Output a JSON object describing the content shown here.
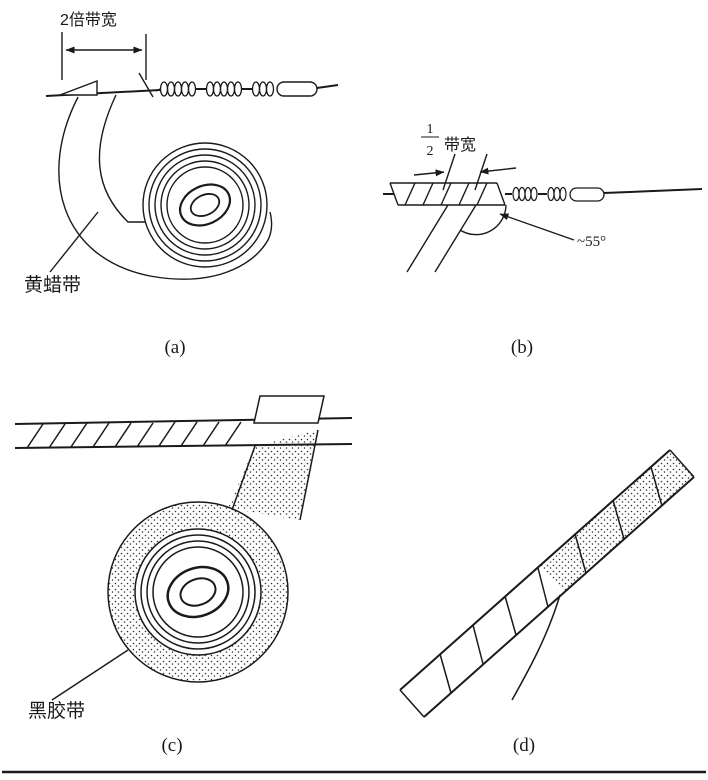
{
  "figure": {
    "panel_a": {
      "dim_label": "2倍带宽",
      "tape_label": "黄蜡带",
      "caption": "(a)"
    },
    "panel_b": {
      "frac_numerator": "1",
      "frac_denominator": "2",
      "dim_label": "带宽",
      "angle_label": "~55°",
      "caption": "(b)"
    },
    "panel_c": {
      "tape_label": "黑胶带",
      "caption": "(c)"
    },
    "panel_d": {
      "caption": "(d)"
    }
  },
  "colors": {
    "ink": "#1a1a1a",
    "paper": "#ffffff"
  }
}
